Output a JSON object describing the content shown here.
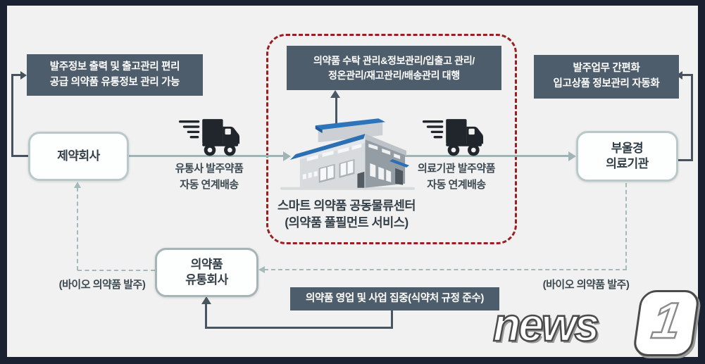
{
  "diagram": {
    "boxes": {
      "supplier_benefit": {
        "line1": "발주정보 출력 및 출고관리 편리",
        "line2": "공급 의약품 유통정보 관리 가능"
      },
      "center_services": {
        "line1": "의약품 수탁 관리&정보관리/입출고 관리/",
        "line2": "정온관리/재고관리/배송관리 대행"
      },
      "hospital_benefit": {
        "line1": "발주업무 간편화",
        "line2": "입고상품 정보관리 자동화"
      },
      "business_focus": {
        "label": "의약품 영업 및 사업 집중(식약처 규정 준수)"
      }
    },
    "nodes": {
      "pharma": {
        "label": "제약회사"
      },
      "hospital": {
        "line1": "부울경",
        "line2": "의료기관"
      },
      "distributor": {
        "line1": "의약품",
        "line2": "유통회사"
      }
    },
    "center": {
      "title": "스마트 의약품 공동물류센터",
      "subtitle": "(의약품 풀필먼트 서비스)"
    },
    "flows": {
      "truck1": {
        "line1": "유통사 발주약품",
        "line2": "자동 연계배송"
      },
      "truck2": {
        "line1": "의료기관 발주약품",
        "line2": "자동 연계배송"
      },
      "bio_left": "(바이오 의약품 발주)",
      "bio_right": "(바이오 의약품 발주)"
    },
    "icons": {
      "truck": "delivery-truck-icon",
      "warehouse": "warehouse-building-icon"
    },
    "colors": {
      "frame": "#1a2231",
      "background": "#f0f1f0",
      "dark_box": "#4e5d6b",
      "red_dashed": "#9b1e22",
      "flow_line": "#9fb4b4",
      "dashed_line": "#a4baba",
      "connector": "#46525d",
      "building_blue": "#1f6ab3"
    },
    "logo": {
      "text": "news",
      "number": "1"
    }
  }
}
